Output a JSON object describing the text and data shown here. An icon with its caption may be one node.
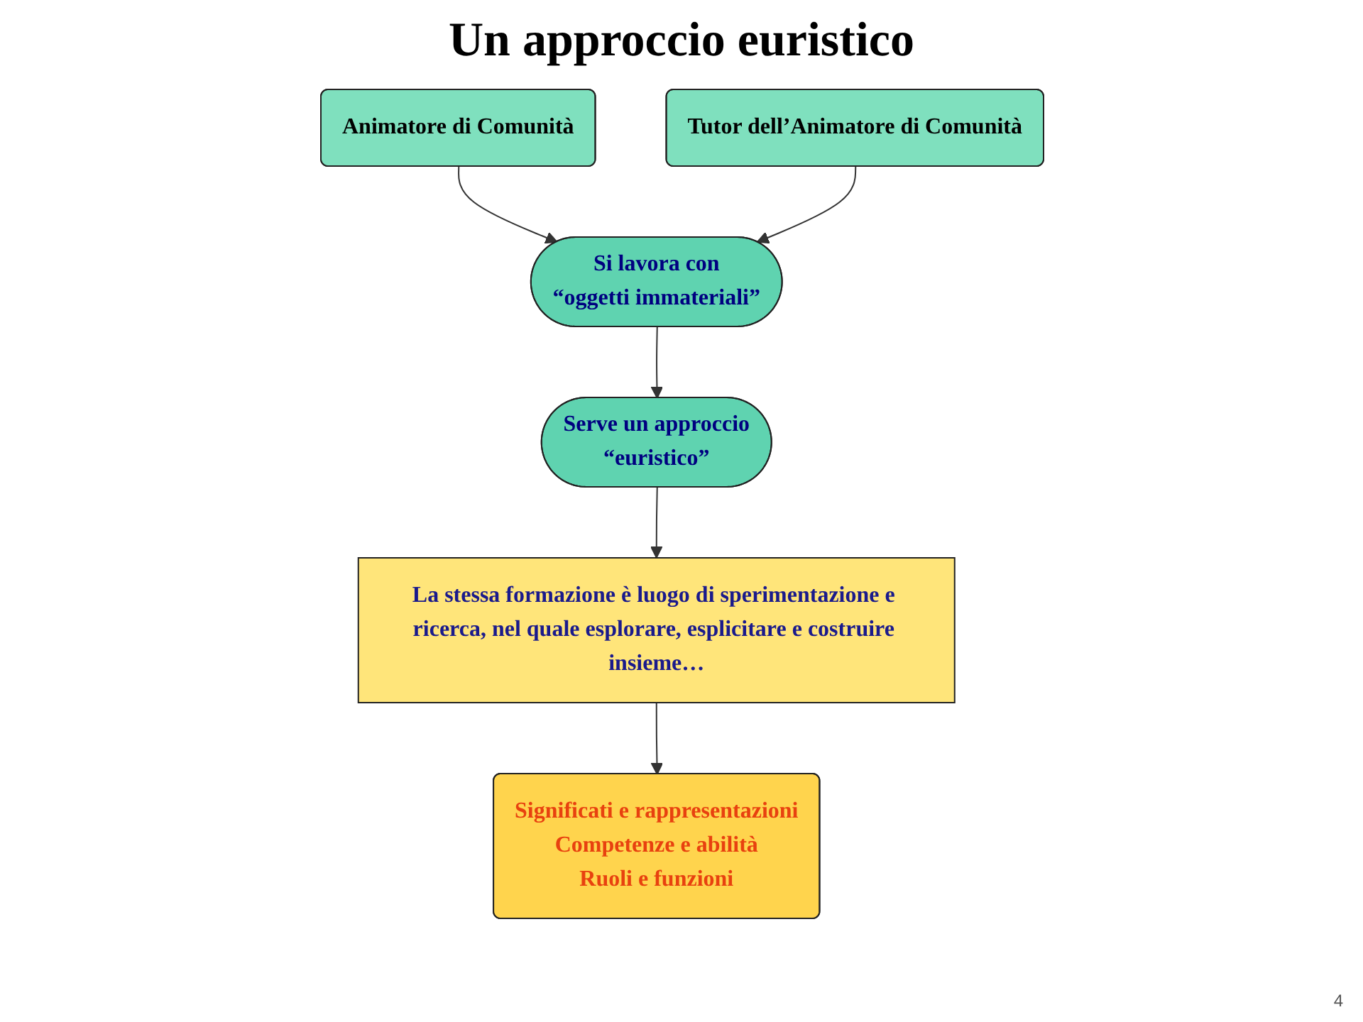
{
  "diagram": {
    "title": "Un approccio euristico",
    "nodes": [
      {
        "text": [
          "Animatore di Comunità"
        ]
      },
      {
        "text": [
          "Tutor dell’Animatore di Comunità"
        ]
      },
      {
        "text": [
          "Si lavora con",
          "“oggetti immateriali”"
        ]
      },
      {
        "text": [
          "Serve un approccio",
          "“euristico”"
        ]
      },
      {
        "text": [
          "La stessa formazione è luogo di sperimentazione e ricerca, nel quale esplorare, esplicitare e costruire insieme…"
        ]
      },
      {
        "text": [
          "Significati e rappresentazioni",
          "Competenze e abilità",
          "Ruoli e funzioni"
        ]
      }
    ],
    "edges": [
      {
        "from": 0,
        "to": 2,
        "arrow": "to"
      },
      {
        "from": 1,
        "to": 2,
        "arrow": "to"
      },
      {
        "from": 2,
        "to": 3,
        "arrow": "to"
      },
      {
        "from": 3,
        "to": 4,
        "arrow": "to"
      },
      {
        "from": 4,
        "to": 5,
        "arrow": "to"
      }
    ],
    "labels": [
      "4"
    ]
  }
}
